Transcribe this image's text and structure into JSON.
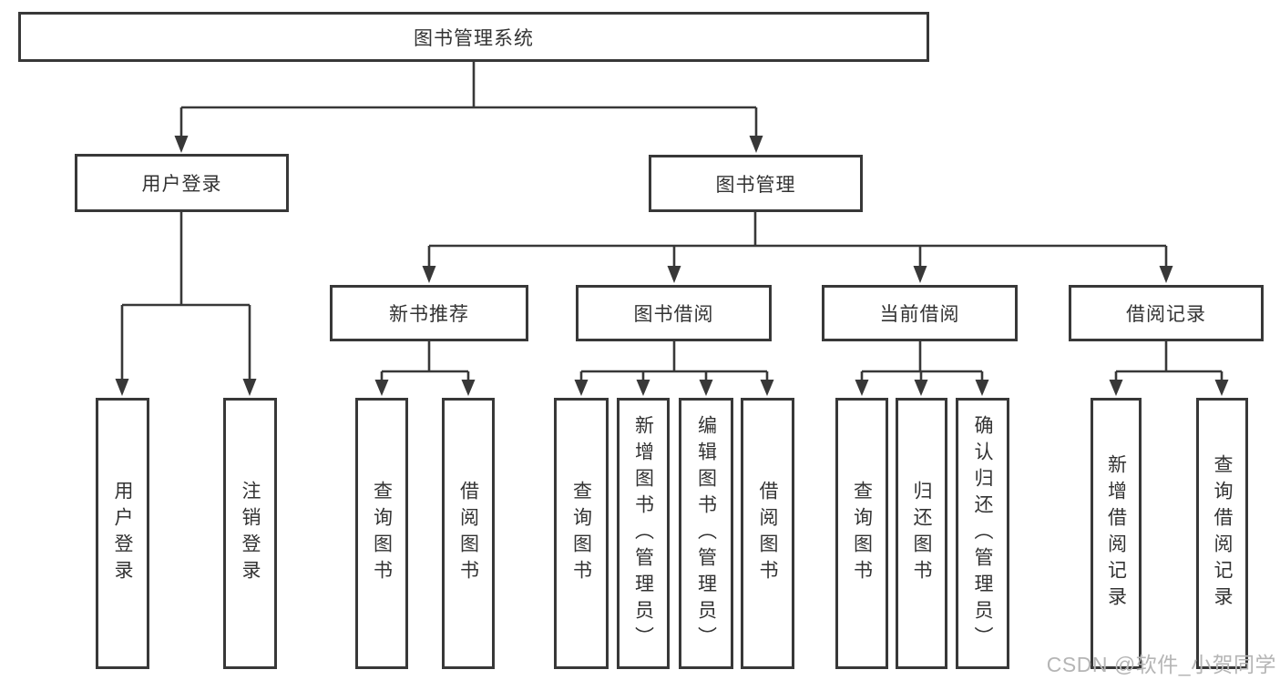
{
  "watermark": "CSDN @软件_小贺同学",
  "colors": {
    "line": "#383838",
    "text": "#333333",
    "watermark": "#b5b5b5",
    "background": "#ffffff"
  },
  "nodes": {
    "root": "图书管理系统",
    "user_login": "用户登录",
    "book_mgmt": "图书管理",
    "new_book": "新书推荐",
    "book_borrow": "图书借阅",
    "current_borrow": "当前借阅",
    "borrow_records": "借阅记录",
    "leaves": {
      "user_login_1": "用户登录",
      "user_login_2": "注销登录",
      "new_book_1": "查询图书",
      "new_book_2": "借阅图书",
      "book_borrow_1": "查询图书",
      "book_borrow_2": "新增图书（管理员）",
      "book_borrow_3": "编辑图书（管理员）",
      "book_borrow_4": "借阅图书",
      "current_borrow_1": "查询图书",
      "current_borrow_2": "归还图书",
      "current_borrow_3": "确认归还（管理员）",
      "borrow_records_1": "新增借阅记录",
      "borrow_records_2": "查询借阅记录"
    }
  }
}
